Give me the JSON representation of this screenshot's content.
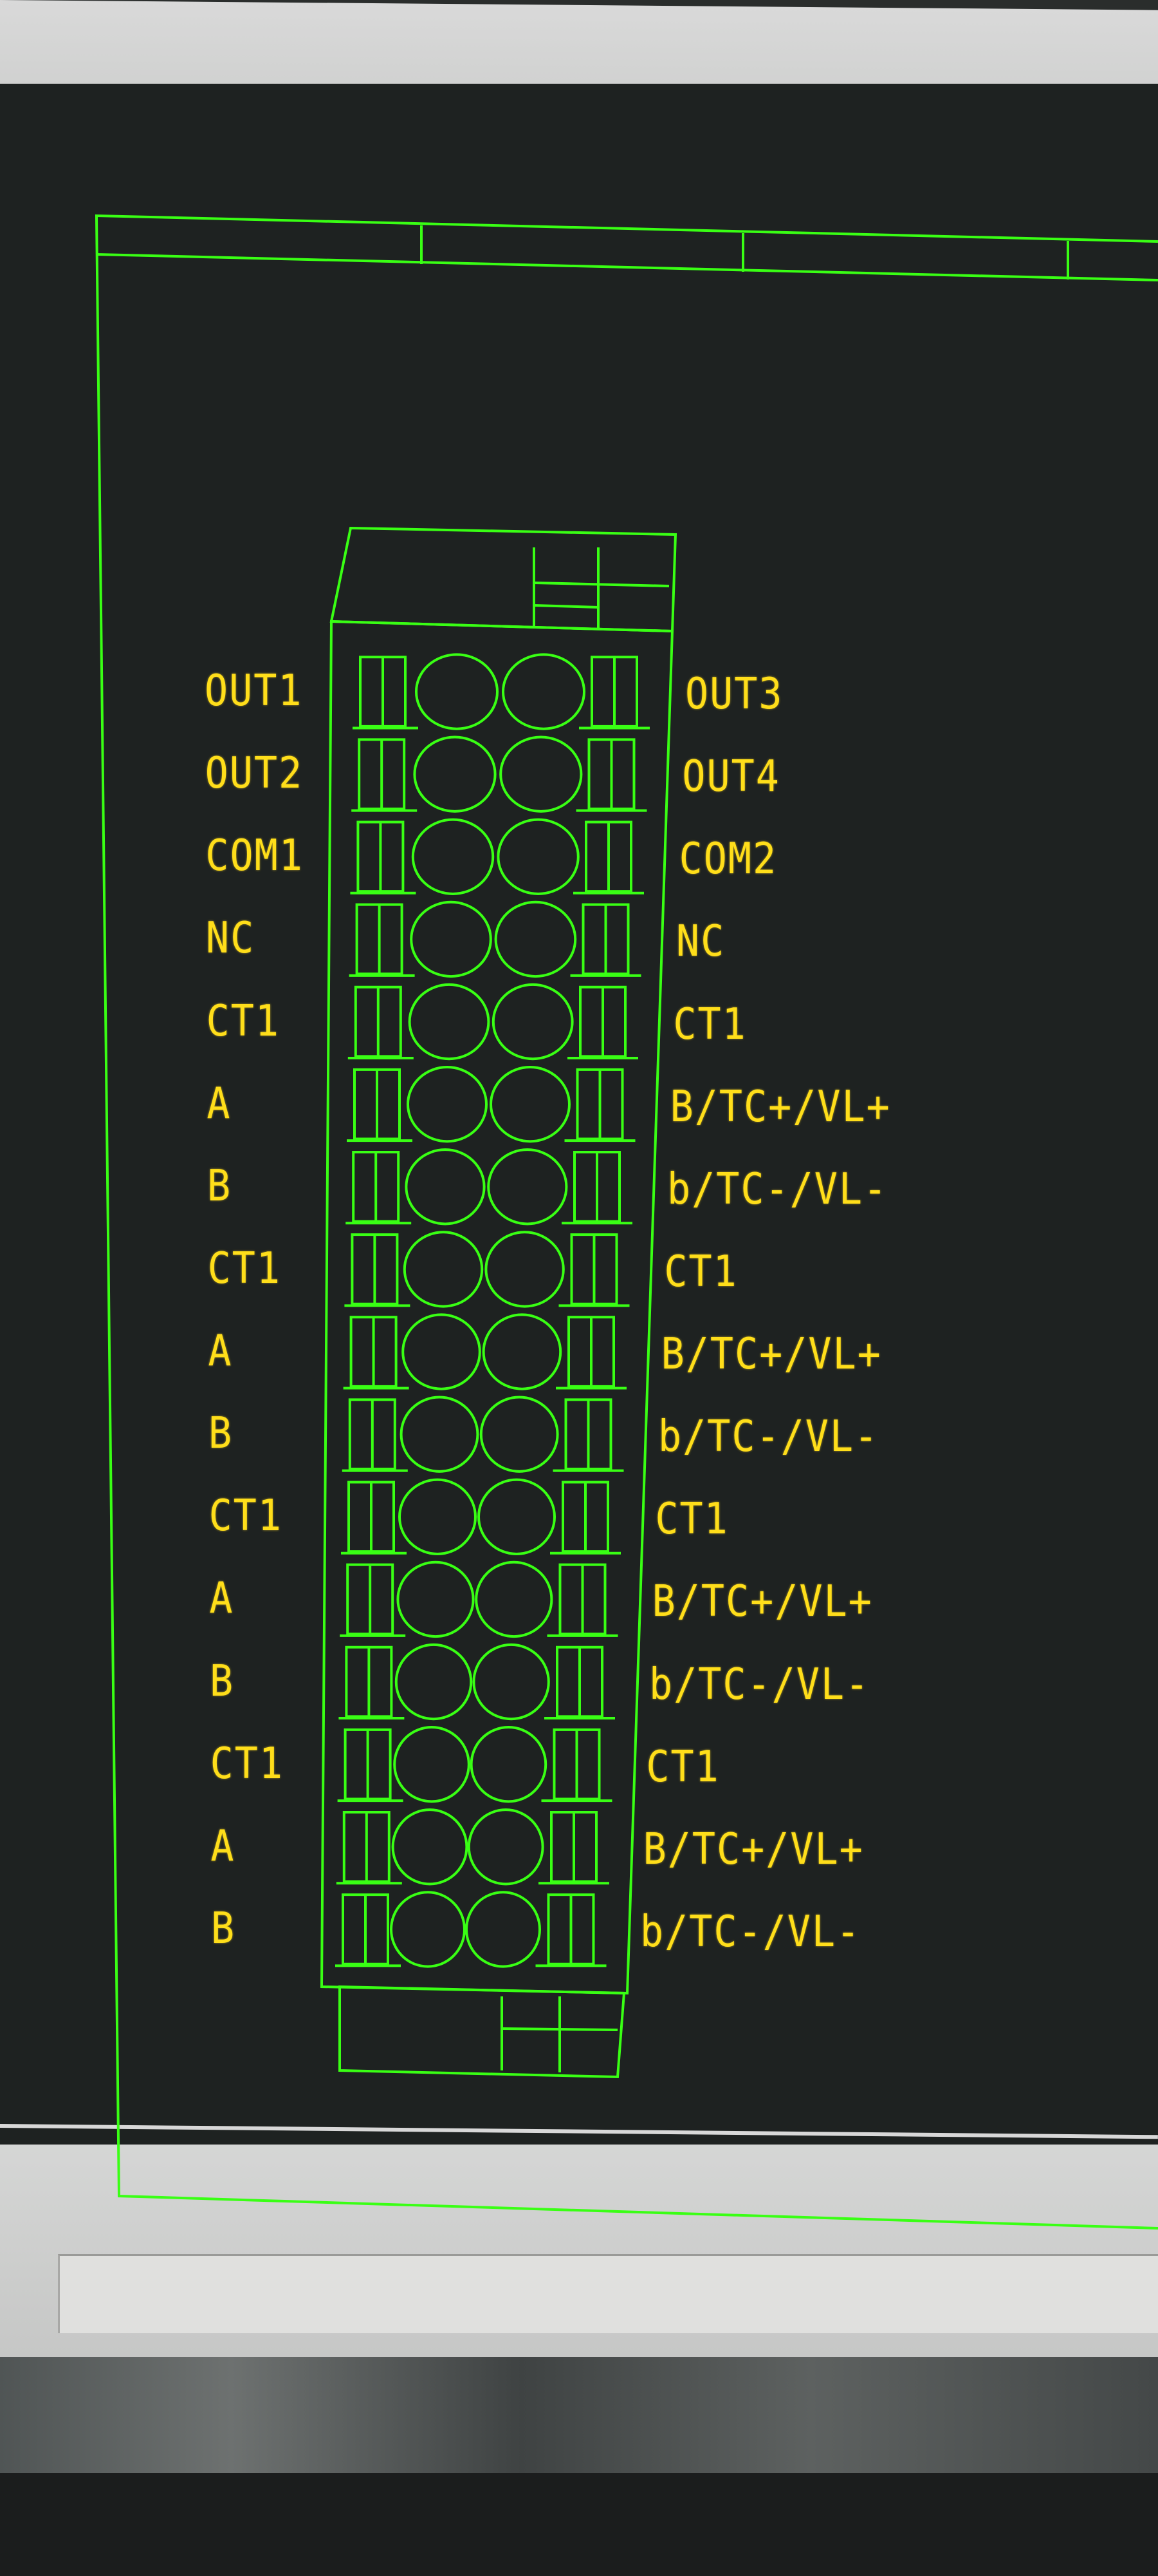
{
  "theme": {
    "background": "#1e2221",
    "line_color": "#39ff14",
    "label_color": "#ffde1a"
  },
  "terminal_block": {
    "left_labels": [
      "OUT1",
      "OUT2",
      "COM1",
      "NC",
      "CT1",
      "A",
      "B",
      "CT1",
      "A",
      "B",
      "CT1",
      "A",
      "B",
      "CT1",
      "A",
      "B"
    ],
    "right_labels": [
      "OUT3",
      "OUT4",
      "COM2",
      "NC",
      "CT1",
      "B/TC+/VL+",
      "b/TC-/VL-",
      "CT1",
      "B/TC+/VL+",
      "b/TC-/VL-",
      "CT1",
      "B/TC+/VL+",
      "b/TC-/VL-",
      "CT1",
      "B/TC+/VL+",
      "b/TC-/VL-"
    ]
  }
}
